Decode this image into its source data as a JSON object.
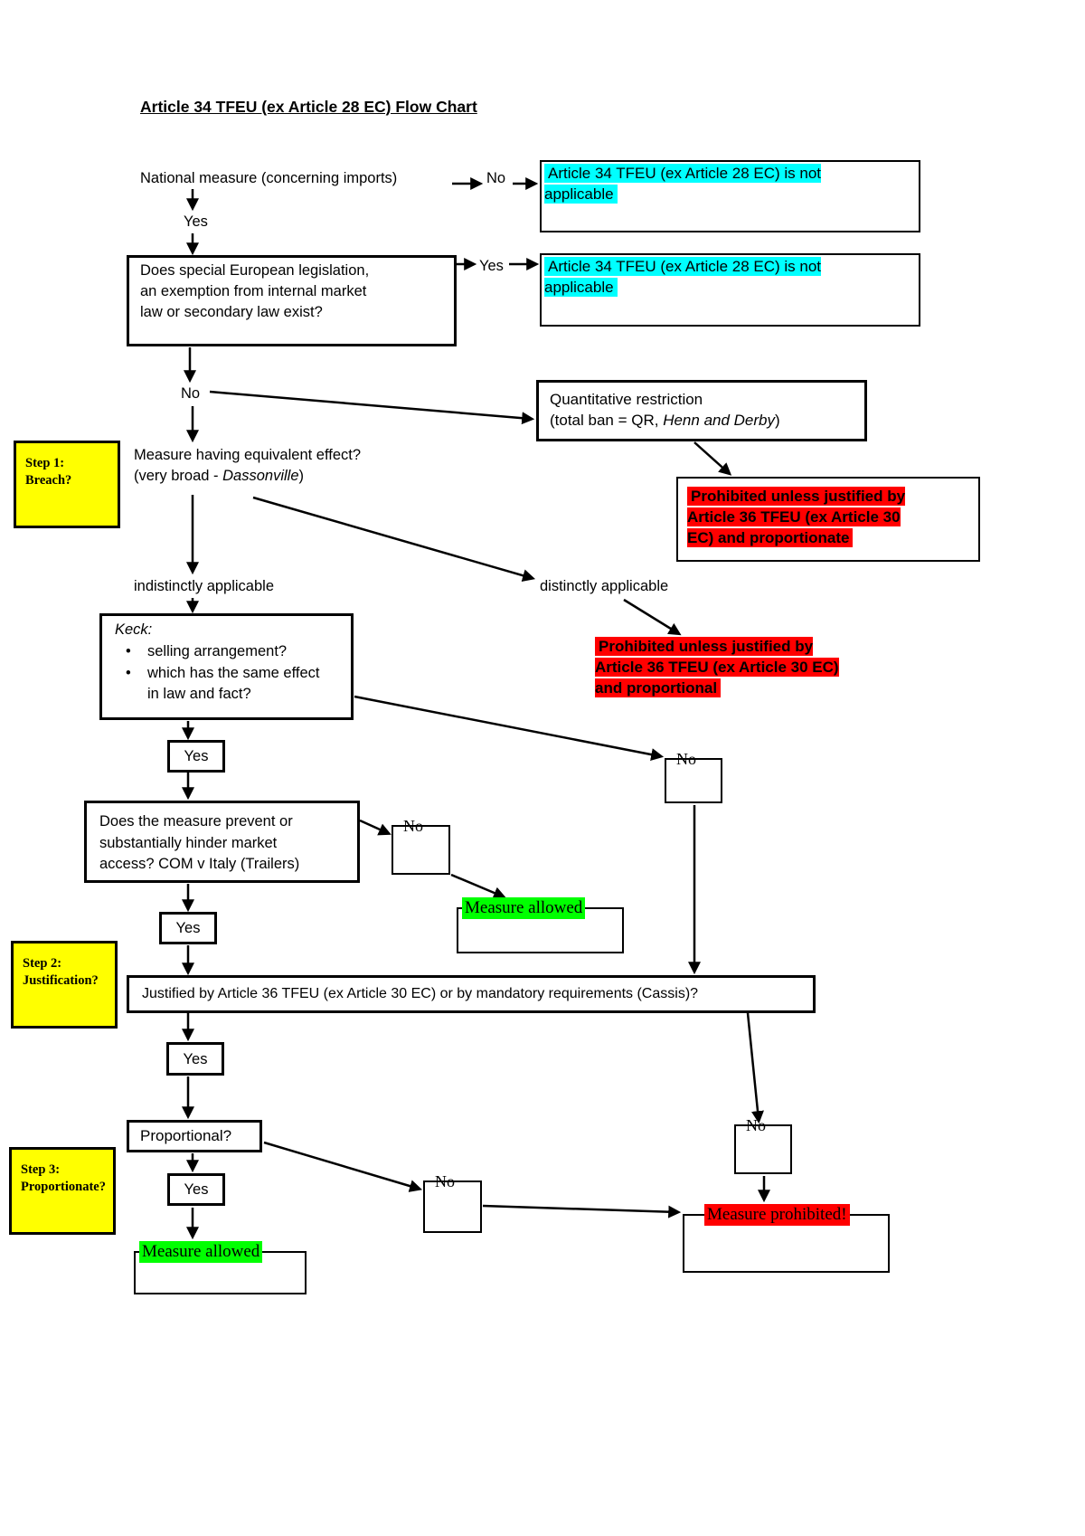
{
  "page": {
    "title": "Article 34 TFEU (ex Article 28 EC) Flow Chart"
  },
  "labels": {
    "yes": "Yes",
    "no": "No"
  },
  "icons": {
    "bullet_icon": "•"
  },
  "colors": {
    "highlight_cyan": "#00ffff",
    "highlight_yellow": "#ffff00",
    "highlight_red": "#ff0000",
    "highlight_green": "#00ff00",
    "line": "#000000"
  },
  "nodes": {
    "national_measure": "National measure (concerning imports)",
    "not_applicable": "Article 34 TFEU (ex Article 28 EC) is not\napplicable",
    "special_legislation": "Does special European legislation,\nan exemption from internal market\nlaw or secondary law exist?",
    "quantitative_restriction": {
      "line1": "Quantitative restriction",
      "line2_prefix": "(total ban = QR, ",
      "case": "Henn and Derby",
      "line2_suffix": ")"
    },
    "prohibited_proportionate": "Prohibited unless justified by\nArticle 36 TFEU (ex Article 30\nEC) and proportionate",
    "equivalent_effect": {
      "line1": "Measure having equivalent effect?",
      "line2_prefix": "(very broad - ",
      "case": "Dassonville",
      "line2_suffix": ")"
    },
    "indistinctly": "indistinctly applicable",
    "distinctly": "distinctly applicable",
    "prohibited_proportional": "Prohibited unless justified by\nArticle 36 TFEU (ex Article 30 EC)\nand proportional",
    "keck": {
      "heading": "Keck:",
      "bullets": [
        "selling arrangement?",
        "which has the same effect\nin law and fact?"
      ]
    },
    "market_access": "Does the measure prevent or\nsubstantially hinder market\naccess? COM v Italy (Trailers)",
    "justified": "Justified by Article 36 TFEU (ex Article 30 EC) or by mandatory requirements (Cassis)?",
    "proportional": "Proportional?",
    "measure_allowed": "Measure allowed",
    "measure_prohibited": "Measure prohibited!"
  },
  "steps": [
    {
      "label": "Step 1:",
      "question": "Breach?"
    },
    {
      "label": "Step 2:",
      "question": "Justification?"
    },
    {
      "label": "Step 3:",
      "question": "Proportionate?"
    }
  ]
}
